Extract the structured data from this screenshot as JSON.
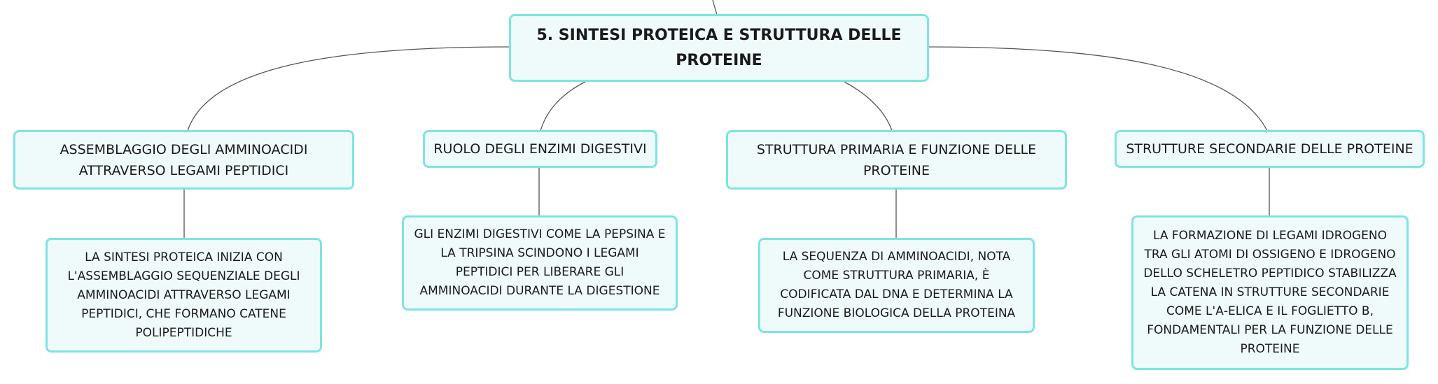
{
  "diagram": {
    "root": {
      "label": "5. SINTESI PROTEICA E STRUTTURA DELLE PROTEINE"
    },
    "branches": [
      {
        "title": "ASSEMBLAGGIO DEGLI AMMINOACIDI ATTRAVERSO LEGAMI PEPTIDICI",
        "detail": "LA SINTESI PROTEICA INIZIA CON L'ASSEMBLAGGIO SEQUENZIALE DEGLI AMMINOACIDI ATTRAVERSO LEGAMI PEPTIDICI, CHE FORMANO CATENE POLIPEPTIDICHE"
      },
      {
        "title": "RUOLO DEGLI ENZIMI DIGESTIVI",
        "detail": "GLI ENZIMI DIGESTIVI COME LA PEPSINA E LA TRIPSINA SCINDONO I LEGAMI PEPTIDICI PER LIBERARE GLI AMMINOACIDI DURANTE LA DIGESTIONE"
      },
      {
        "title": "STRUTTURA PRIMARIA E FUNZIONE DELLE PROTEINE",
        "detail": "LA SEQUENZA DI AMMINOACIDI, NOTA COME STRUTTURA PRIMARIA, È CODIFICATA DAL DNA E DETERMINA LA FUNZIONE BIOLOGICA DELLA PROTEINA"
      },
      {
        "title": "STRUTTURE SECONDARIE DELLE PROTEINE",
        "detail": "LA FORMAZIONE DI LEGAMI IDROGENO TRA GLI ATOMI DI OSSIGENO E IDROGENO DELLO SCHELETRO PEPTIDICO STABILIZZA LA CATENA IN STRUTTURE SECONDARIE COME L'Α-ELICA E IL FOGLIETTO Β, FONDAMENTALI PER LA FUNZIONE DELLE PROTEINE"
      }
    ]
  },
  "colors": {
    "node_fill": "#effbfb",
    "node_border": "#7fe3e3",
    "connector": "#555555"
  }
}
